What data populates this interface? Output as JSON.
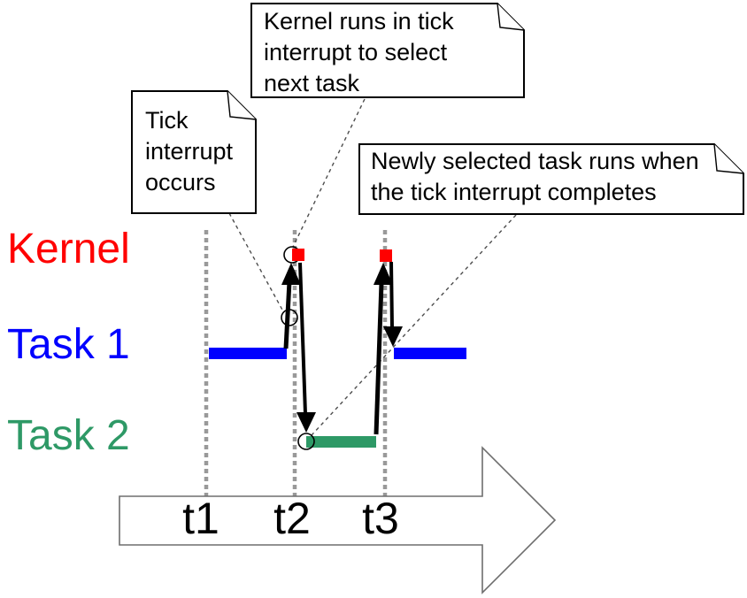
{
  "diagram": {
    "title_context": "RTOS tick interrupt scheduling diagram",
    "notes": {
      "kernel_runs": {
        "text": "Kernel runs in tick\ninterrupt to select\nnext task"
      },
      "tick_occurs": {
        "text": "Tick\ninterrupt\noccurs"
      },
      "newly_selected": {
        "text": "Newly selected task runs when\nthe tick interrupt completes"
      }
    },
    "rows": [
      {
        "id": "kernel",
        "label": "Kernel",
        "color": "#ff0000"
      },
      {
        "id": "task1",
        "label": "Task 1",
        "color": "#0000ff"
      },
      {
        "id": "task2",
        "label": "Task 2",
        "color": "#2e9966"
      }
    ],
    "timeline": {
      "ticks": [
        "t1",
        "t2",
        "t3"
      ]
    },
    "schedule": [
      {
        "row": "Task 1",
        "runs_from": "t1",
        "runs_to": "t2"
      },
      {
        "row": "Kernel",
        "runs_at": "t2"
      },
      {
        "row": "Task 2",
        "runs_from": "t2",
        "runs_to": "t3"
      },
      {
        "row": "Kernel",
        "runs_at": "t3"
      },
      {
        "row": "Task 1",
        "runs_from": "t3",
        "runs_to": "after t3"
      }
    ],
    "colors": {
      "task1_bar": "#0000ff",
      "task2_bar": "#2e9966",
      "kernel_marker": "#ff0000",
      "gridline": "#999999"
    }
  }
}
